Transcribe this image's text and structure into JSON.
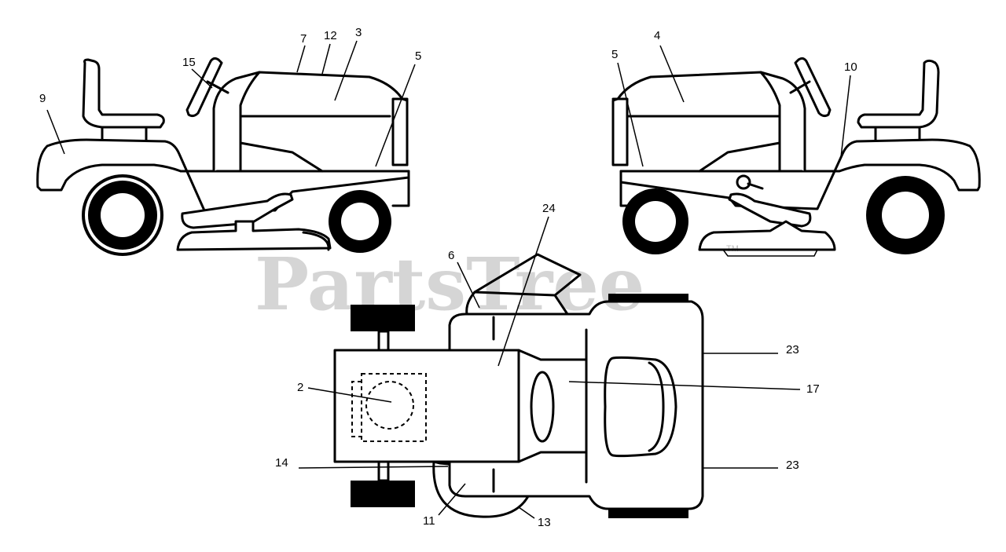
{
  "watermark": {
    "text": "PartsTree",
    "trademark": "TM"
  },
  "callouts": [
    {
      "id": "label-7",
      "text": "7"
    },
    {
      "id": "label-12",
      "text": "12"
    },
    {
      "id": "label-3",
      "text": "3"
    },
    {
      "id": "label-15",
      "text": "15"
    },
    {
      "id": "label-5-left",
      "text": "5"
    },
    {
      "id": "label-9",
      "text": "9"
    },
    {
      "id": "label-4",
      "text": "4"
    },
    {
      "id": "label-5-right",
      "text": "5"
    },
    {
      "id": "label-10",
      "text": "10"
    },
    {
      "id": "label-24",
      "text": "24"
    },
    {
      "id": "label-6",
      "text": "6"
    },
    {
      "id": "label-23-top",
      "text": "23"
    },
    {
      "id": "label-17",
      "text": "17"
    },
    {
      "id": "label-2",
      "text": "2"
    },
    {
      "id": "label-14",
      "text": "14"
    },
    {
      "id": "label-23-bottom",
      "text": "23"
    },
    {
      "id": "label-11",
      "text": "11"
    },
    {
      "id": "label-13",
      "text": "13"
    }
  ]
}
